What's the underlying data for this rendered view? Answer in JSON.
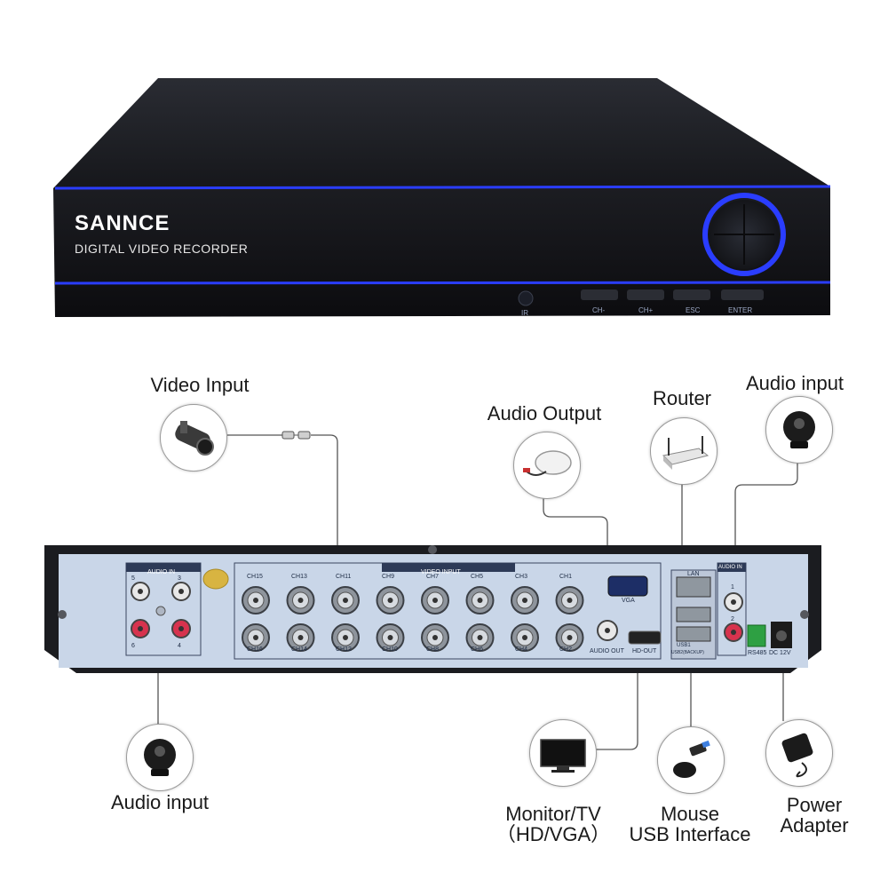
{
  "dvr_front": {
    "brand": "SANNCE",
    "model_text": "DIGITAL VIDEO RECORDER",
    "ir_label": "IR",
    "buttons": [
      "CH-",
      "CH+",
      "ESC",
      "ENTER"
    ],
    "accent_color": "#2a3dff"
  },
  "dvr_rear": {
    "audio_in_title": "AUDIO IN",
    "audio_in_channels": [
      "5",
      "3",
      "6",
      "4"
    ],
    "video_input_title": "VIDEO INPUT",
    "video_top_row": [
      "CH15",
      "CH13",
      "CH11",
      "CH9",
      "CH7",
      "CH5",
      "CH3",
      "CH1"
    ],
    "video_bottom_row": [
      "CH16",
      "CH14",
      "CH12",
      "CH10",
      "CH8",
      "CH6",
      "CH4",
      "CH2"
    ],
    "vga_label": "VGA",
    "audio_out_label": "AUDIO OUT",
    "hdout_label": "HD-OUT",
    "lan_label": "LAN",
    "usb1_label": "USB1",
    "usb2_label": "USB2(BACKUP)",
    "audio_in_right_title": "AUDIO IN",
    "audio_in_right_channels": [
      "1",
      "2"
    ],
    "rs485_label": "RS485",
    "dc_label": "DC 12V",
    "panel_color": "#c9d6e8"
  },
  "callouts": {
    "video_input": "Video Input",
    "audio_output": "Audio Output",
    "router": "Router",
    "audio_input_right": "Audio input",
    "audio_input_left": "Audio input",
    "monitor_line1": "Monitor/TV",
    "monitor_line2": "（HD/VGA）",
    "mouse_line1": "Mouse",
    "mouse_line2": "USB Interface",
    "power_line1": "Power",
    "power_line2": "Adapter"
  },
  "icons": [
    "camera-icon",
    "speaker-icon",
    "router-icon",
    "microphone-icon",
    "monitor-icon",
    "mouse-icon",
    "power-adapter-icon"
  ]
}
